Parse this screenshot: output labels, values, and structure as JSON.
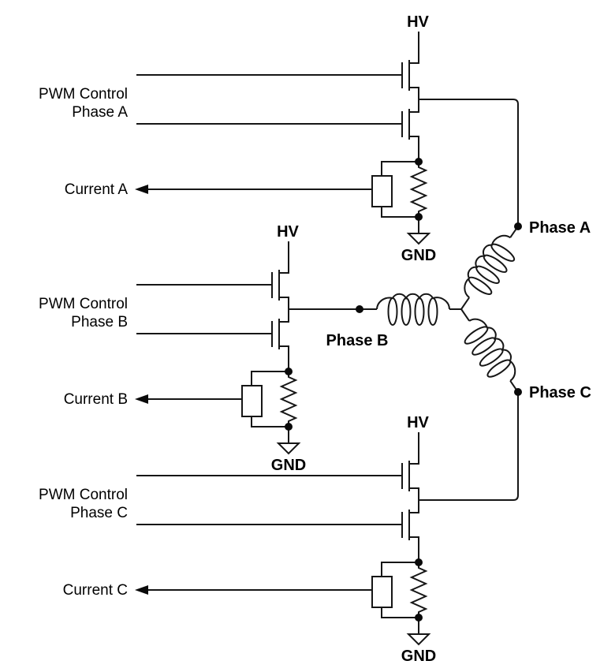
{
  "labels": {
    "hv": "HV",
    "gnd": "GND"
  },
  "phases": [
    {
      "pwm_control": "PWM Control",
      "pwm_phase": "Phase A",
      "current": "Current A",
      "output": "Phase A"
    },
    {
      "pwm_control": "PWM Control",
      "pwm_phase": "Phase B",
      "current": "Current B",
      "output": "Phase B"
    },
    {
      "pwm_control": "PWM Control",
      "pwm_phase": "Phase C",
      "current": "Current C",
      "output": "Phase C"
    }
  ],
  "colors": {
    "line": "#161616",
    "text": "#000000",
    "background": "#ffffff"
  }
}
